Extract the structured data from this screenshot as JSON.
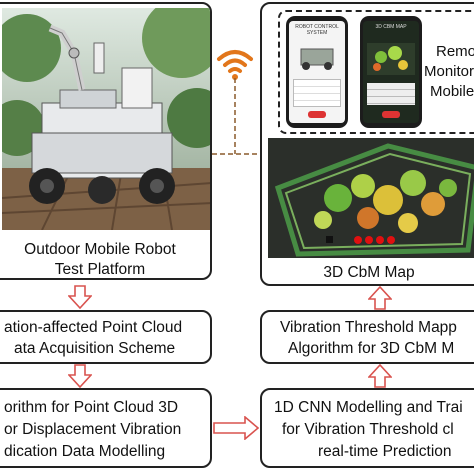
{
  "robot_box": {
    "caption_line1": "Outdoor Mobile Robot",
    "caption_line2": "Test Platform"
  },
  "map_box": {
    "caption": "3D CbM Map",
    "app_panel": {
      "label_line1": "Remote",
      "label_line2": "Monitorin",
      "label_line3": "Mobile Ap",
      "phone1_title": "ROBOT CONTROL SYSTEM",
      "phone2_title": "3D CBM MAP"
    }
  },
  "left_middle_box": {
    "line1": "ation-affected Point Cloud",
    "line2": "ata Acquisition Scheme"
  },
  "left_bottom_box": {
    "line1": "orithm for Point Cloud 3D",
    "line2": "or Displacement Vibration",
    "line3": "dication Data Modelling"
  },
  "right_middle_box": {
    "line1": "Vibration Threshold Mapp",
    "line2": "Algorithm for 3D CbM M"
  },
  "right_bottom_box": {
    "line1": "1D CNN Modelling and Trai",
    "line2": "for Vibration Threshold cl",
    "line3": "real-time Prediction"
  },
  "colors": {
    "arrow_outline": "#d9534f",
    "wifi": "#e2761b",
    "connector": "#8a5a2b",
    "map_points": "#e01010"
  },
  "icons": [
    "wifi-icon",
    "smartphone-icon"
  ]
}
